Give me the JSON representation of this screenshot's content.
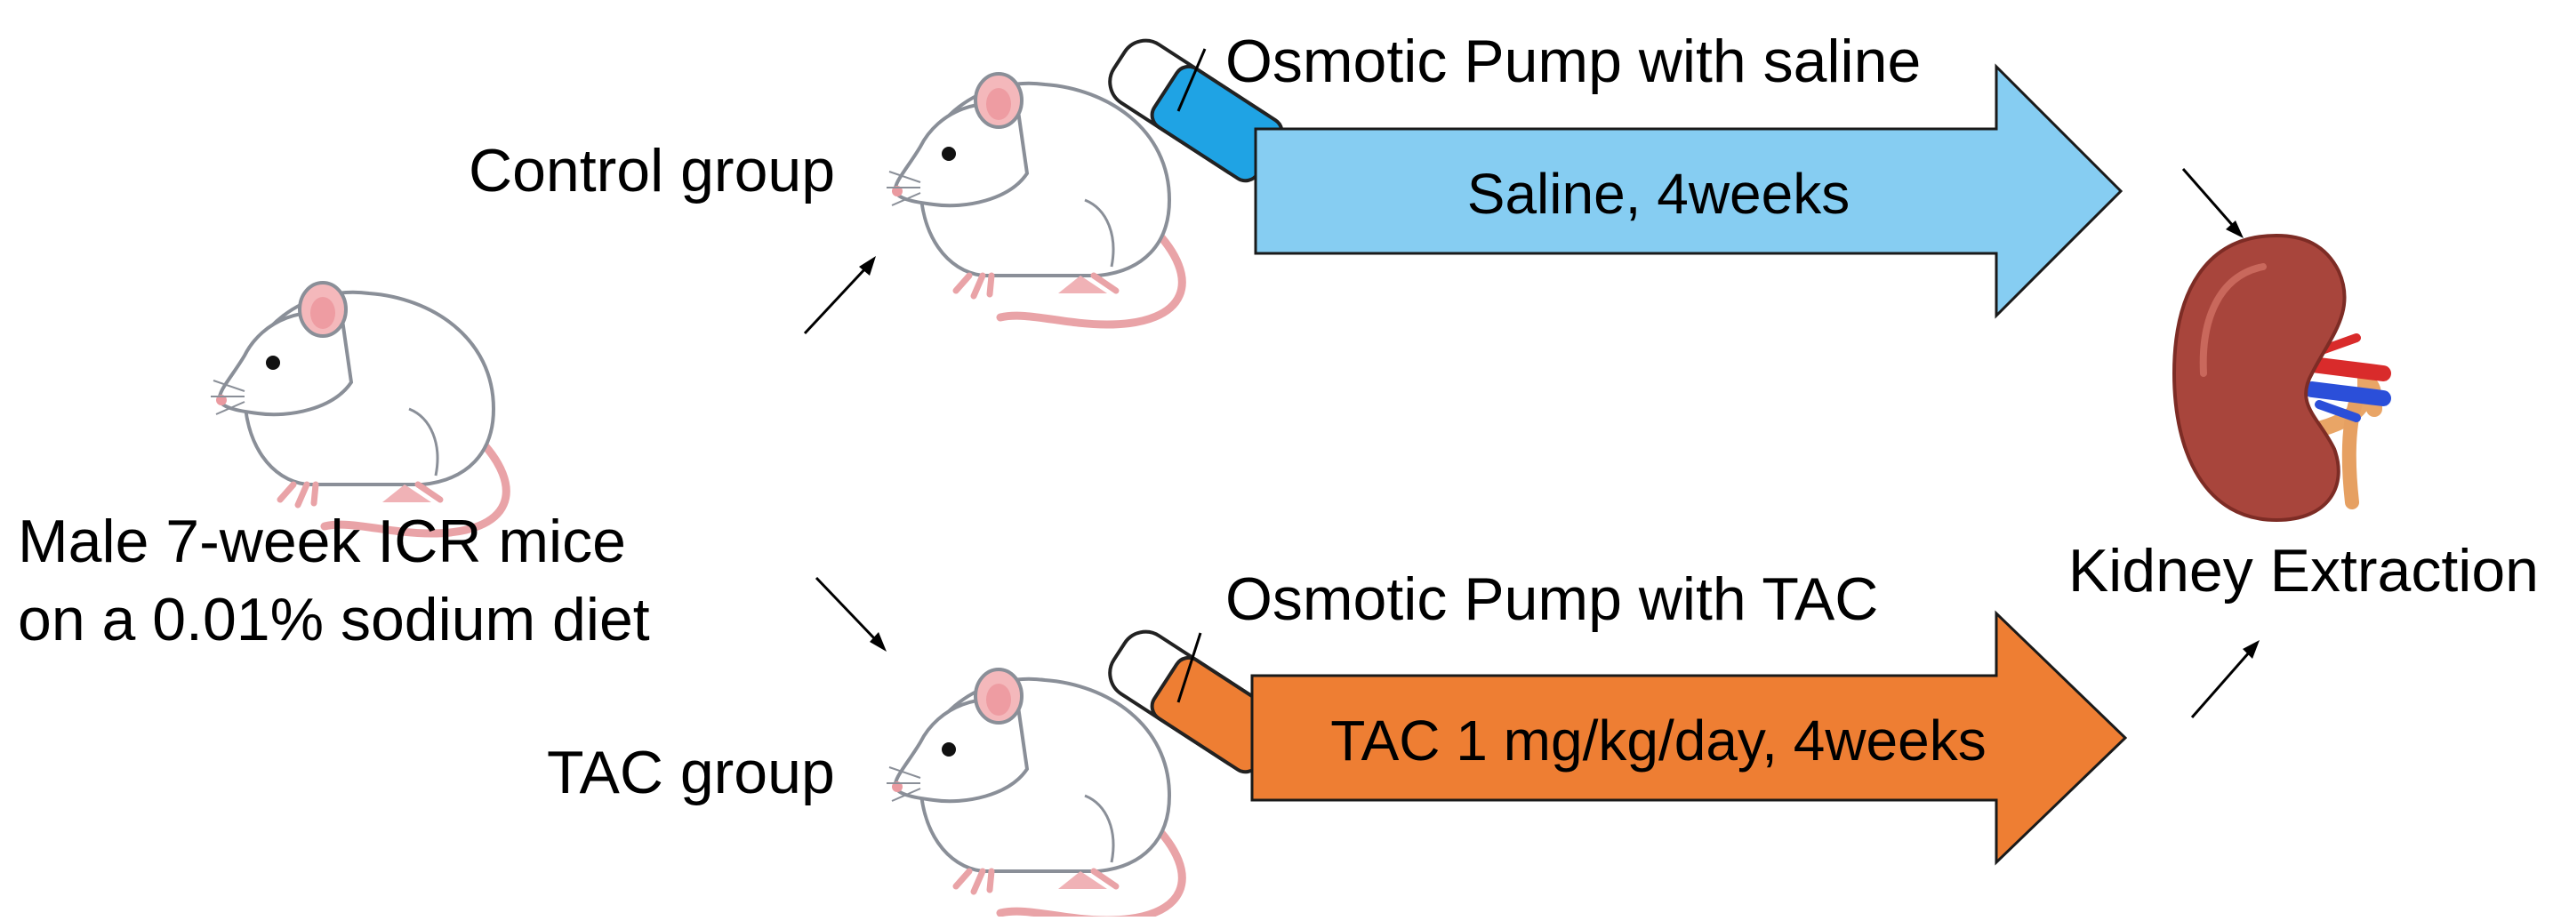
{
  "start": {
    "line1": "Male 7-week ICR mice",
    "line2": "on a 0.01% sodium diet"
  },
  "control": {
    "group_label": "Control group",
    "pump_label": "Osmotic Pump with saline",
    "treatment_label": "Saline, 4weeks",
    "pump_color": "#1fa3e4",
    "arrow_color": "#86cdf2"
  },
  "tac": {
    "group_label": "TAC group",
    "pump_label": "Osmotic Pump with TAC",
    "treatment_label": "TAC 1 mg/kg/day, 4weeks",
    "pump_color": "#ee7e33",
    "arrow_color": "#ee7e33"
  },
  "end": {
    "label": "Kidney Extraction"
  },
  "icons": [
    "mouse-icon",
    "osmotic-pump-icon",
    "kidney-icon",
    "flow-arrow-icon"
  ]
}
